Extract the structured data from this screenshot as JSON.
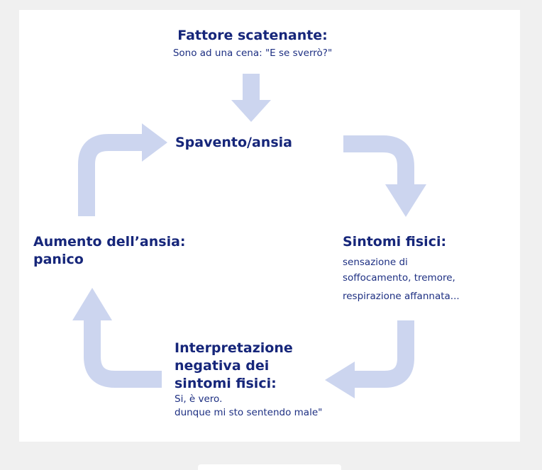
{
  "trigger": {
    "title": "Fattore scatenante:",
    "text": "Sono ad una cena: \"E se sverrò?\""
  },
  "fear": {
    "title": "Spavento/ansia"
  },
  "symptoms": {
    "title": "Sintomi fisici:",
    "lines": [
      "sensazione di",
      "soffocamento, tremore,",
      "respirazione affannata..."
    ]
  },
  "interpretation": {
    "title_lines": [
      "Interpretazione",
      "negativa dei",
      "sintomi fisici:"
    ],
    "lines": [
      "Si, è vero.",
      "dunque mi sto sentendo male\""
    ]
  },
  "panic": {
    "title_lines": [
      "Aumento dell’ansia:",
      "panico"
    ]
  },
  "colors": {
    "background": "#f0f0f0",
    "card": "#ffffff",
    "text": "#1d2f82",
    "arrow": "#ccd5ef"
  }
}
